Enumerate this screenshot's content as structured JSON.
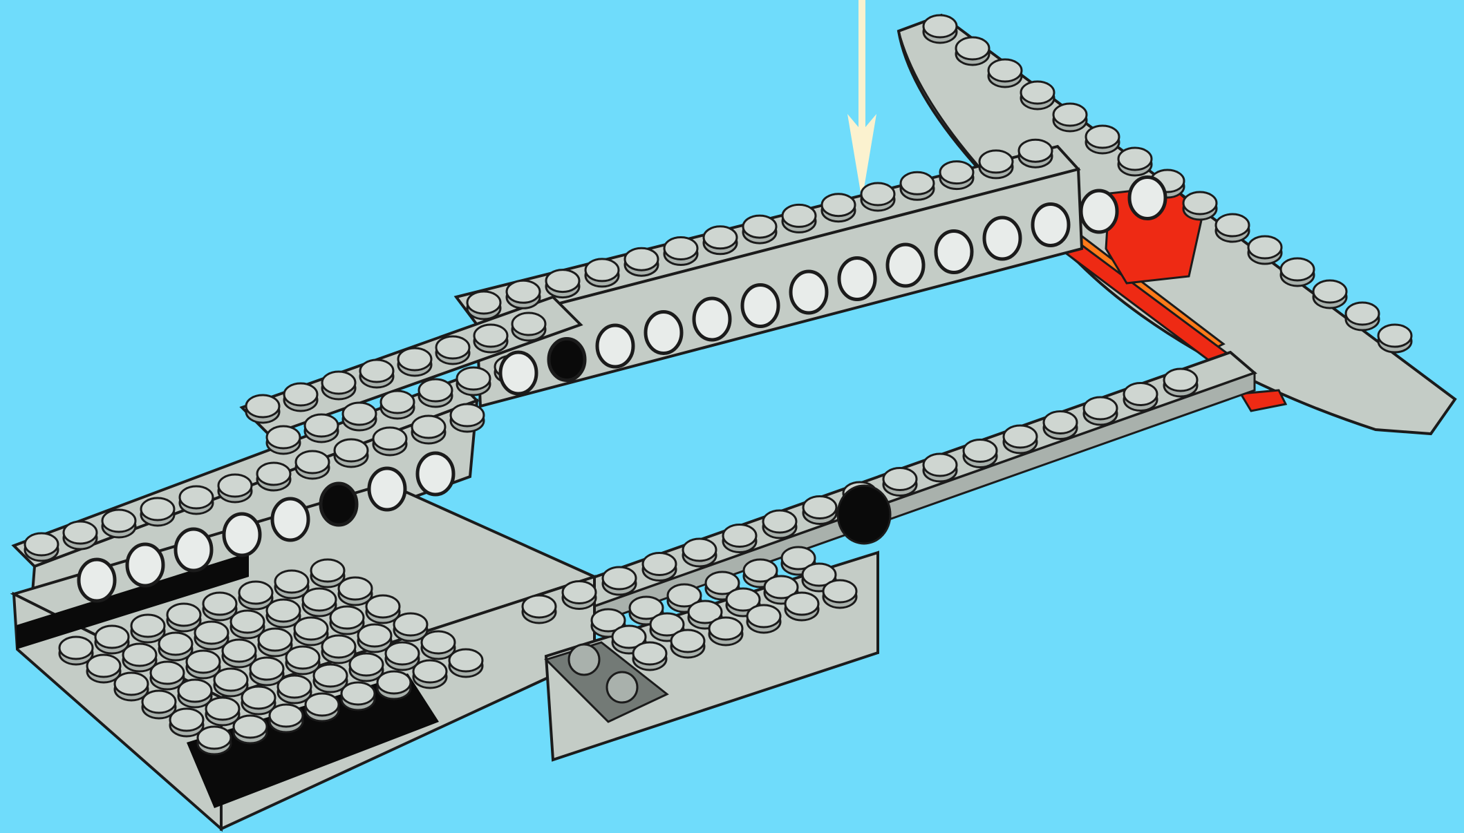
{
  "colors": {
    "background": "#6fdcfb",
    "brick_light_gray": "#c4ccc6",
    "brick_mid_gray": "#a9b1ac",
    "brick_dark_gray": "#737a76",
    "stud_top": "#cfd6d1",
    "black_part": "#0a0a0a",
    "red_part": "#ee2a14",
    "orange_part": "#ff7a1a",
    "arrow": "#fbf2cf",
    "outline": "#1b1b1b"
  },
  "parts": {
    "arrow": "insertion-arrow",
    "technic_beam_long": "technic-brick-1x16",
    "technic_beam_short": "technic-brick-1x8",
    "base_plate": "plate-6x8",
    "side_rail": "plate-1x12",
    "wing_blade": "wedge-plate-curved",
    "red_connector": "red-tile-2x2",
    "black_pins": "technic-pin-black",
    "dark_gray_plate": "plate-2x2-dark-gray"
  }
}
